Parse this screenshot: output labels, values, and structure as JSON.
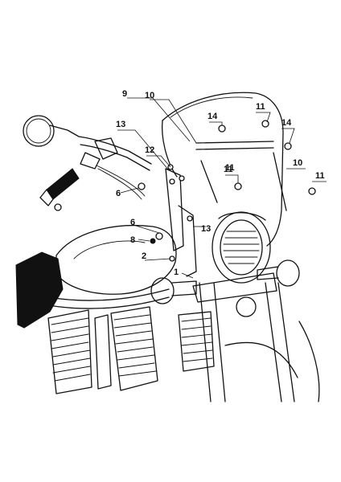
{
  "callouts": [
    {
      "label": "9"
    },
    {
      "label": "10"
    },
    {
      "label": "11"
    },
    {
      "label": "14"
    },
    {
      "label": "11"
    },
    {
      "label": "14"
    },
    {
      "label": "13"
    },
    {
      "label": "12"
    },
    {
      "label": "10"
    },
    {
      "label": "11"
    },
    {
      "label": "6"
    },
    {
      "label": "11"
    },
    {
      "label": "6"
    },
    {
      "label": "13"
    },
    {
      "label": "8"
    },
    {
      "label": "2"
    },
    {
      "label": "1"
    }
  ],
  "colors": {
    "ink": "#111111",
    "paper": "#ffffff"
  }
}
